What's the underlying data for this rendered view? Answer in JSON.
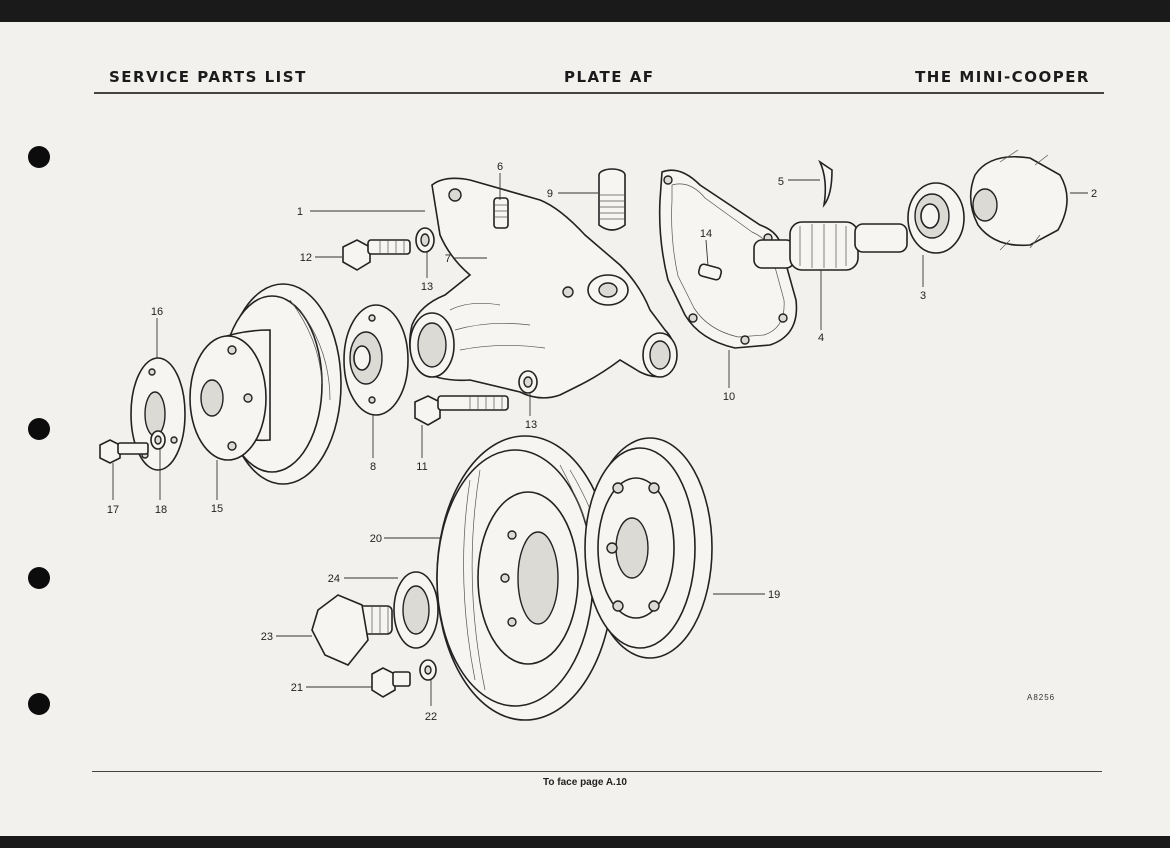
{
  "header": {
    "left": "SERVICE PARTS LIST",
    "center": "PLATE AF",
    "right": "THE MINI-COOPER"
  },
  "footer": {
    "text": "To face page A.10"
  },
  "drawing_code": "A8256",
  "callouts": [
    {
      "id": "c1",
      "number": "1"
    },
    {
      "id": "c2",
      "number": "2"
    },
    {
      "id": "c3",
      "number": "3"
    },
    {
      "id": "c4",
      "number": "4"
    },
    {
      "id": "c5",
      "number": "5"
    },
    {
      "id": "c6",
      "number": "6"
    },
    {
      "id": "c7",
      "number": "7"
    },
    {
      "id": "c8",
      "number": "8"
    },
    {
      "id": "c9",
      "number": "9"
    },
    {
      "id": "c10",
      "number": "10"
    },
    {
      "id": "c11",
      "number": "11"
    },
    {
      "id": "c12",
      "number": "12"
    },
    {
      "id": "c13a",
      "number": "13"
    },
    {
      "id": "c13b",
      "number": "13"
    },
    {
      "id": "c14",
      "number": "14"
    },
    {
      "id": "c15",
      "number": "15"
    },
    {
      "id": "c16",
      "number": "16"
    },
    {
      "id": "c17",
      "number": "17"
    },
    {
      "id": "c18",
      "number": "18"
    },
    {
      "id": "c19",
      "number": "19"
    },
    {
      "id": "c20",
      "number": "20"
    },
    {
      "id": "c21",
      "number": "21"
    },
    {
      "id": "c22",
      "number": "22"
    },
    {
      "id": "c23",
      "number": "23"
    },
    {
      "id": "c24",
      "number": "24"
    }
  ]
}
